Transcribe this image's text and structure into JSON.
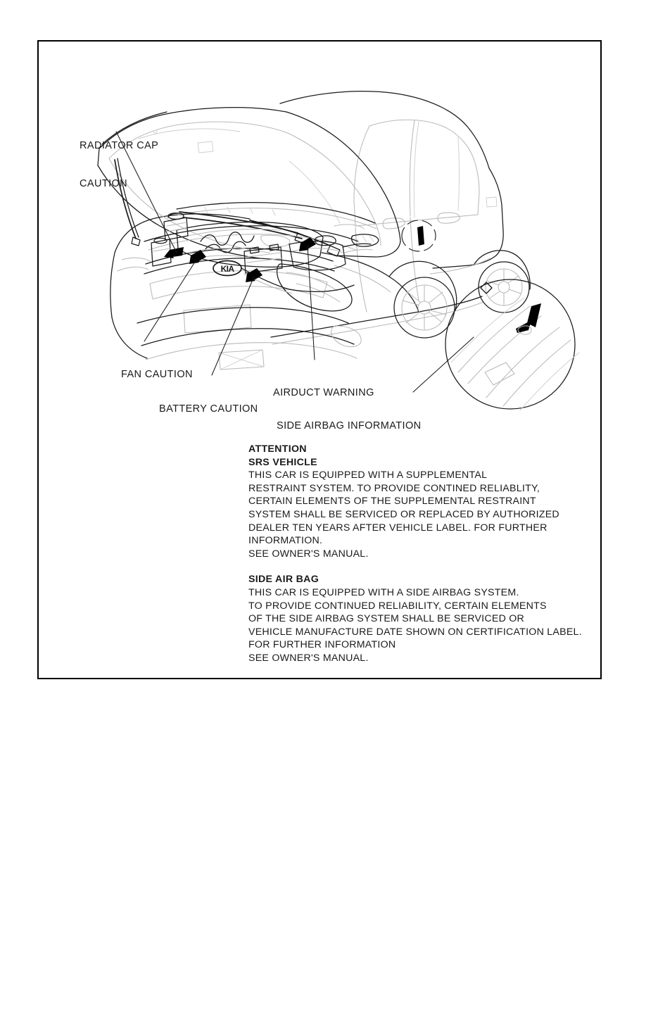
{
  "document": {
    "title": "Vehicle Caution And Warning Label Locations"
  },
  "callouts": [
    {
      "id": "radiator",
      "line1": "RADIATOR CAP",
      "line2": "CAUTION"
    },
    {
      "id": "fan",
      "line1": "FAN CAUTION",
      "line2": ""
    },
    {
      "id": "battery",
      "line1": "BATTERY CAUTION",
      "line2": ""
    },
    {
      "id": "airduct",
      "line1": "AIRDUCT WARNING",
      "line2": ""
    },
    {
      "id": "sideairbag",
      "line1": "SIDE AIRBAG INFORMATION",
      "line2": ""
    }
  ],
  "notice": {
    "attention_heading": "ATTENTION",
    "srs_heading": "SRS VEHICLE",
    "srs_lines": [
      "THIS CAR IS EQUIPPED WITH A SUPPLEMENTAL",
      "RESTRAINT SYSTEM. TO PROVIDE CONTINED RELIABLITY,",
      "CERTAIN ELEMENTS OF THE SUPPLEMENTAL RESTRAINT",
      "SYSTEM SHALL BE SERVICED OR REPLACED BY AUTHORIZED",
      "DEALER TEN YEARS AFTER VEHICLE LABEL. FOR FURTHER",
      "INFORMATION.",
      "SEE OWNER'S MANUAL."
    ],
    "sideairbag_heading": "SIDE AIR BAG",
    "sideairbag_lines": [
      "THIS CAR IS EQUIPPED WITH A SIDE AIRBAG SYSTEM.",
      "TO PROVIDE CONTINUED RELIABILITY, CERTAIN ELEMENTS",
      "OF THE SIDE AIRBAG SYSTEM SHALL BE SERVICED OR",
      "VEHICLE MANUFACTURE DATE SHOWN ON CERTIFICATION LABEL.",
      "FOR FURTHER INFORMATION",
      "SEE OWNER'S MANUAL."
    ]
  },
  "illustration": {
    "badge_text": "KIA",
    "line_color": "#1a1a1a",
    "faint_line_color": "#b9b9bd",
    "arrow_color": "#000000",
    "description": "Three-quarter front view of a Kia sedan with the hood raised showing the engine bay, plus a magnified inset circle of the B-pillar side airbag label location."
  }
}
